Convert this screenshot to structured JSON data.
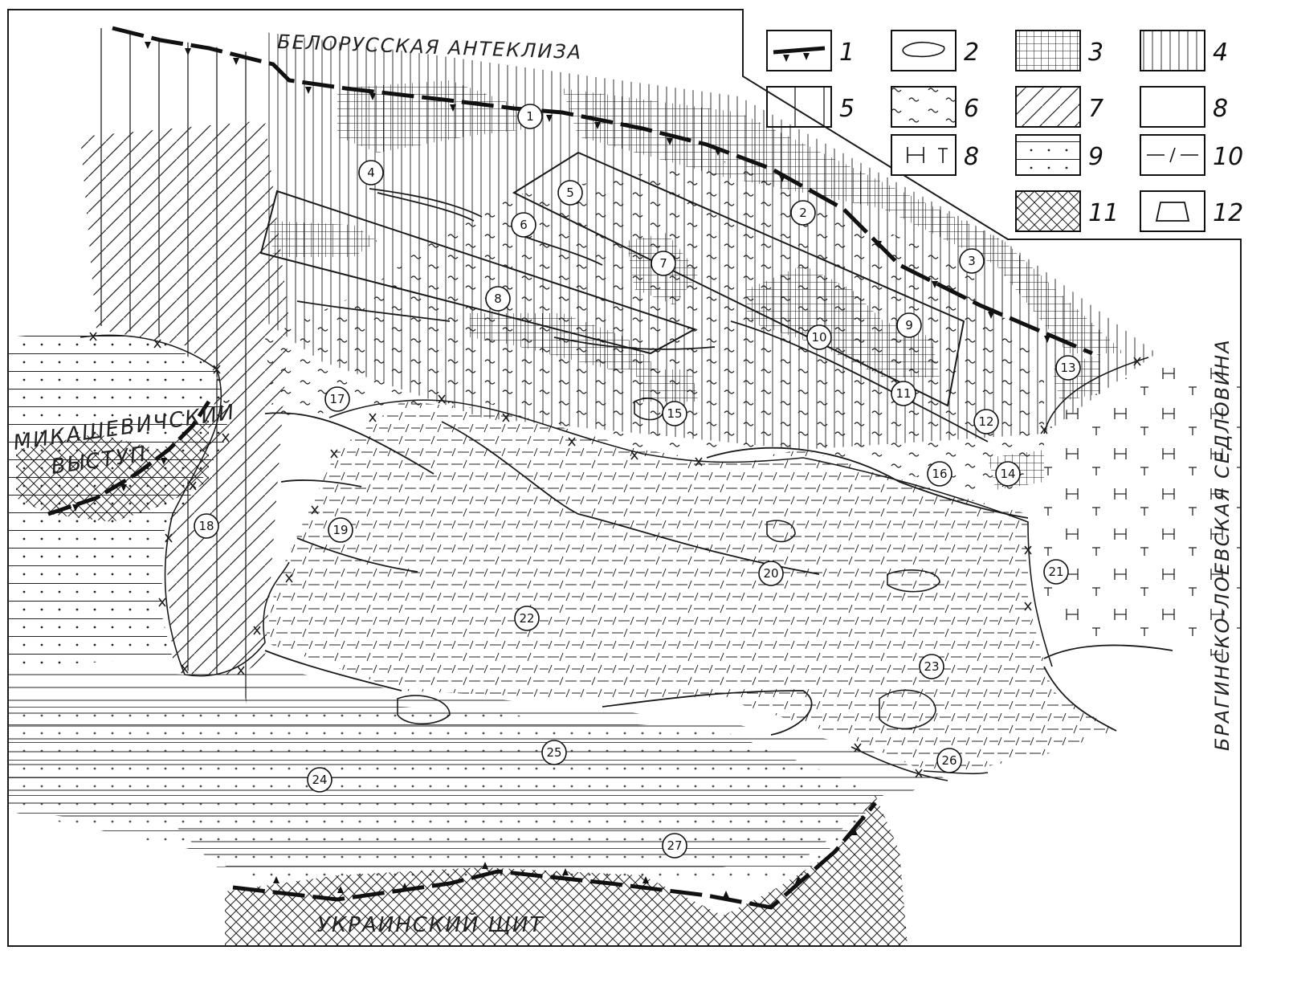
{
  "map": {
    "regions": {
      "belorusskaya": "БЕЛОРУССКАЯ АНТЕКЛИЗА",
      "mikashevichi_1": "МИКАШЕВИЧСКИЙ",
      "mikashevichi_2": "ВЫСТУП",
      "braginsko": "БРАГИНСКО-ЛОЕВСКАЯ СЕДЛОВИНА",
      "ukrainsky": "УКРАИНСКИЙ ЩИТ"
    },
    "zone_numbers": [
      "1",
      "2",
      "3",
      "4",
      "5",
      "6",
      "7",
      "8",
      "9",
      "10",
      "11",
      "12",
      "13",
      "14",
      "15",
      "16",
      "17",
      "18",
      "19",
      "20",
      "21",
      "22",
      "23",
      "24",
      "25",
      "26",
      "27"
    ]
  },
  "legend": {
    "items": [
      {
        "num": "1",
        "symbol": "boundary-fault-line"
      },
      {
        "num": "2",
        "symbol": "wavy-outline"
      },
      {
        "num": "3",
        "symbol": "grid-hatch"
      },
      {
        "num": "4",
        "symbol": "fine-vertical-hatch"
      },
      {
        "num": "5",
        "symbol": "wide-vertical-hatch"
      },
      {
        "num": "6",
        "symbol": "wavy-hatch"
      },
      {
        "num": "7",
        "symbol": "diagonal-hatch"
      },
      {
        "num": "8",
        "symbol": "h-t-symbols"
      },
      {
        "num": "9",
        "symbol": "dotted-hatch"
      },
      {
        "num": "10",
        "symbol": "dash-slash-hatch"
      },
      {
        "num": "11",
        "symbol": "cross-hatch"
      },
      {
        "num": "12",
        "symbol": "trapezoid-outline"
      }
    ]
  }
}
